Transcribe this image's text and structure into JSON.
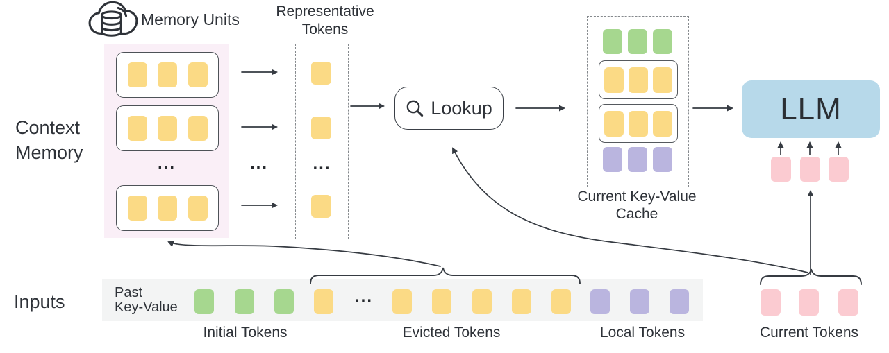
{
  "ellipsis": "...",
  "context_memory": {
    "label": "Context Memory",
    "icon_label": "Memory Units",
    "unit_rows": 3,
    "tokens_per_row": 3
  },
  "representative": {
    "label": "Representative Tokens",
    "visible_tokens": 3
  },
  "lookup": {
    "label": "Lookup"
  },
  "cache": {
    "label_line1": "Current Key-Value",
    "label_line2": "Cache",
    "rows": [
      {
        "color": "green",
        "count": 3,
        "boxed": false
      },
      {
        "color": "yellow",
        "count": 3,
        "boxed": true
      },
      {
        "color": "yellow",
        "count": 3,
        "boxed": true
      },
      {
        "color": "purple",
        "count": 3,
        "boxed": false
      }
    ]
  },
  "llm": {
    "label": "LLM",
    "feed_token_count": 3
  },
  "inputs": {
    "label": "Inputs",
    "past_kv_label_line1": "Past",
    "past_kv_label_line2": "Key-Value",
    "groups": [
      {
        "name": "Initial Tokens",
        "color": "#A6D78F",
        "count": 3
      },
      {
        "name": "Evicted Tokens",
        "color": "#FBDA85",
        "count": 6
      },
      {
        "name": "Local Tokens",
        "color": "#BAB5DF",
        "count": 3
      },
      {
        "name": "Current Tokens",
        "color": "#FBCBD1",
        "count": 3
      }
    ]
  },
  "colors": {
    "token_yellow": "#FBDA85",
    "token_green": "#A6D78F",
    "token_purple": "#BAB5DF",
    "token_pink": "#FBCBD1",
    "llm_blue": "#B7D9EA",
    "context_memory_bg": "#FAEFF7",
    "strip_bg": "#F3F4F4",
    "line": "#363B42"
  }
}
